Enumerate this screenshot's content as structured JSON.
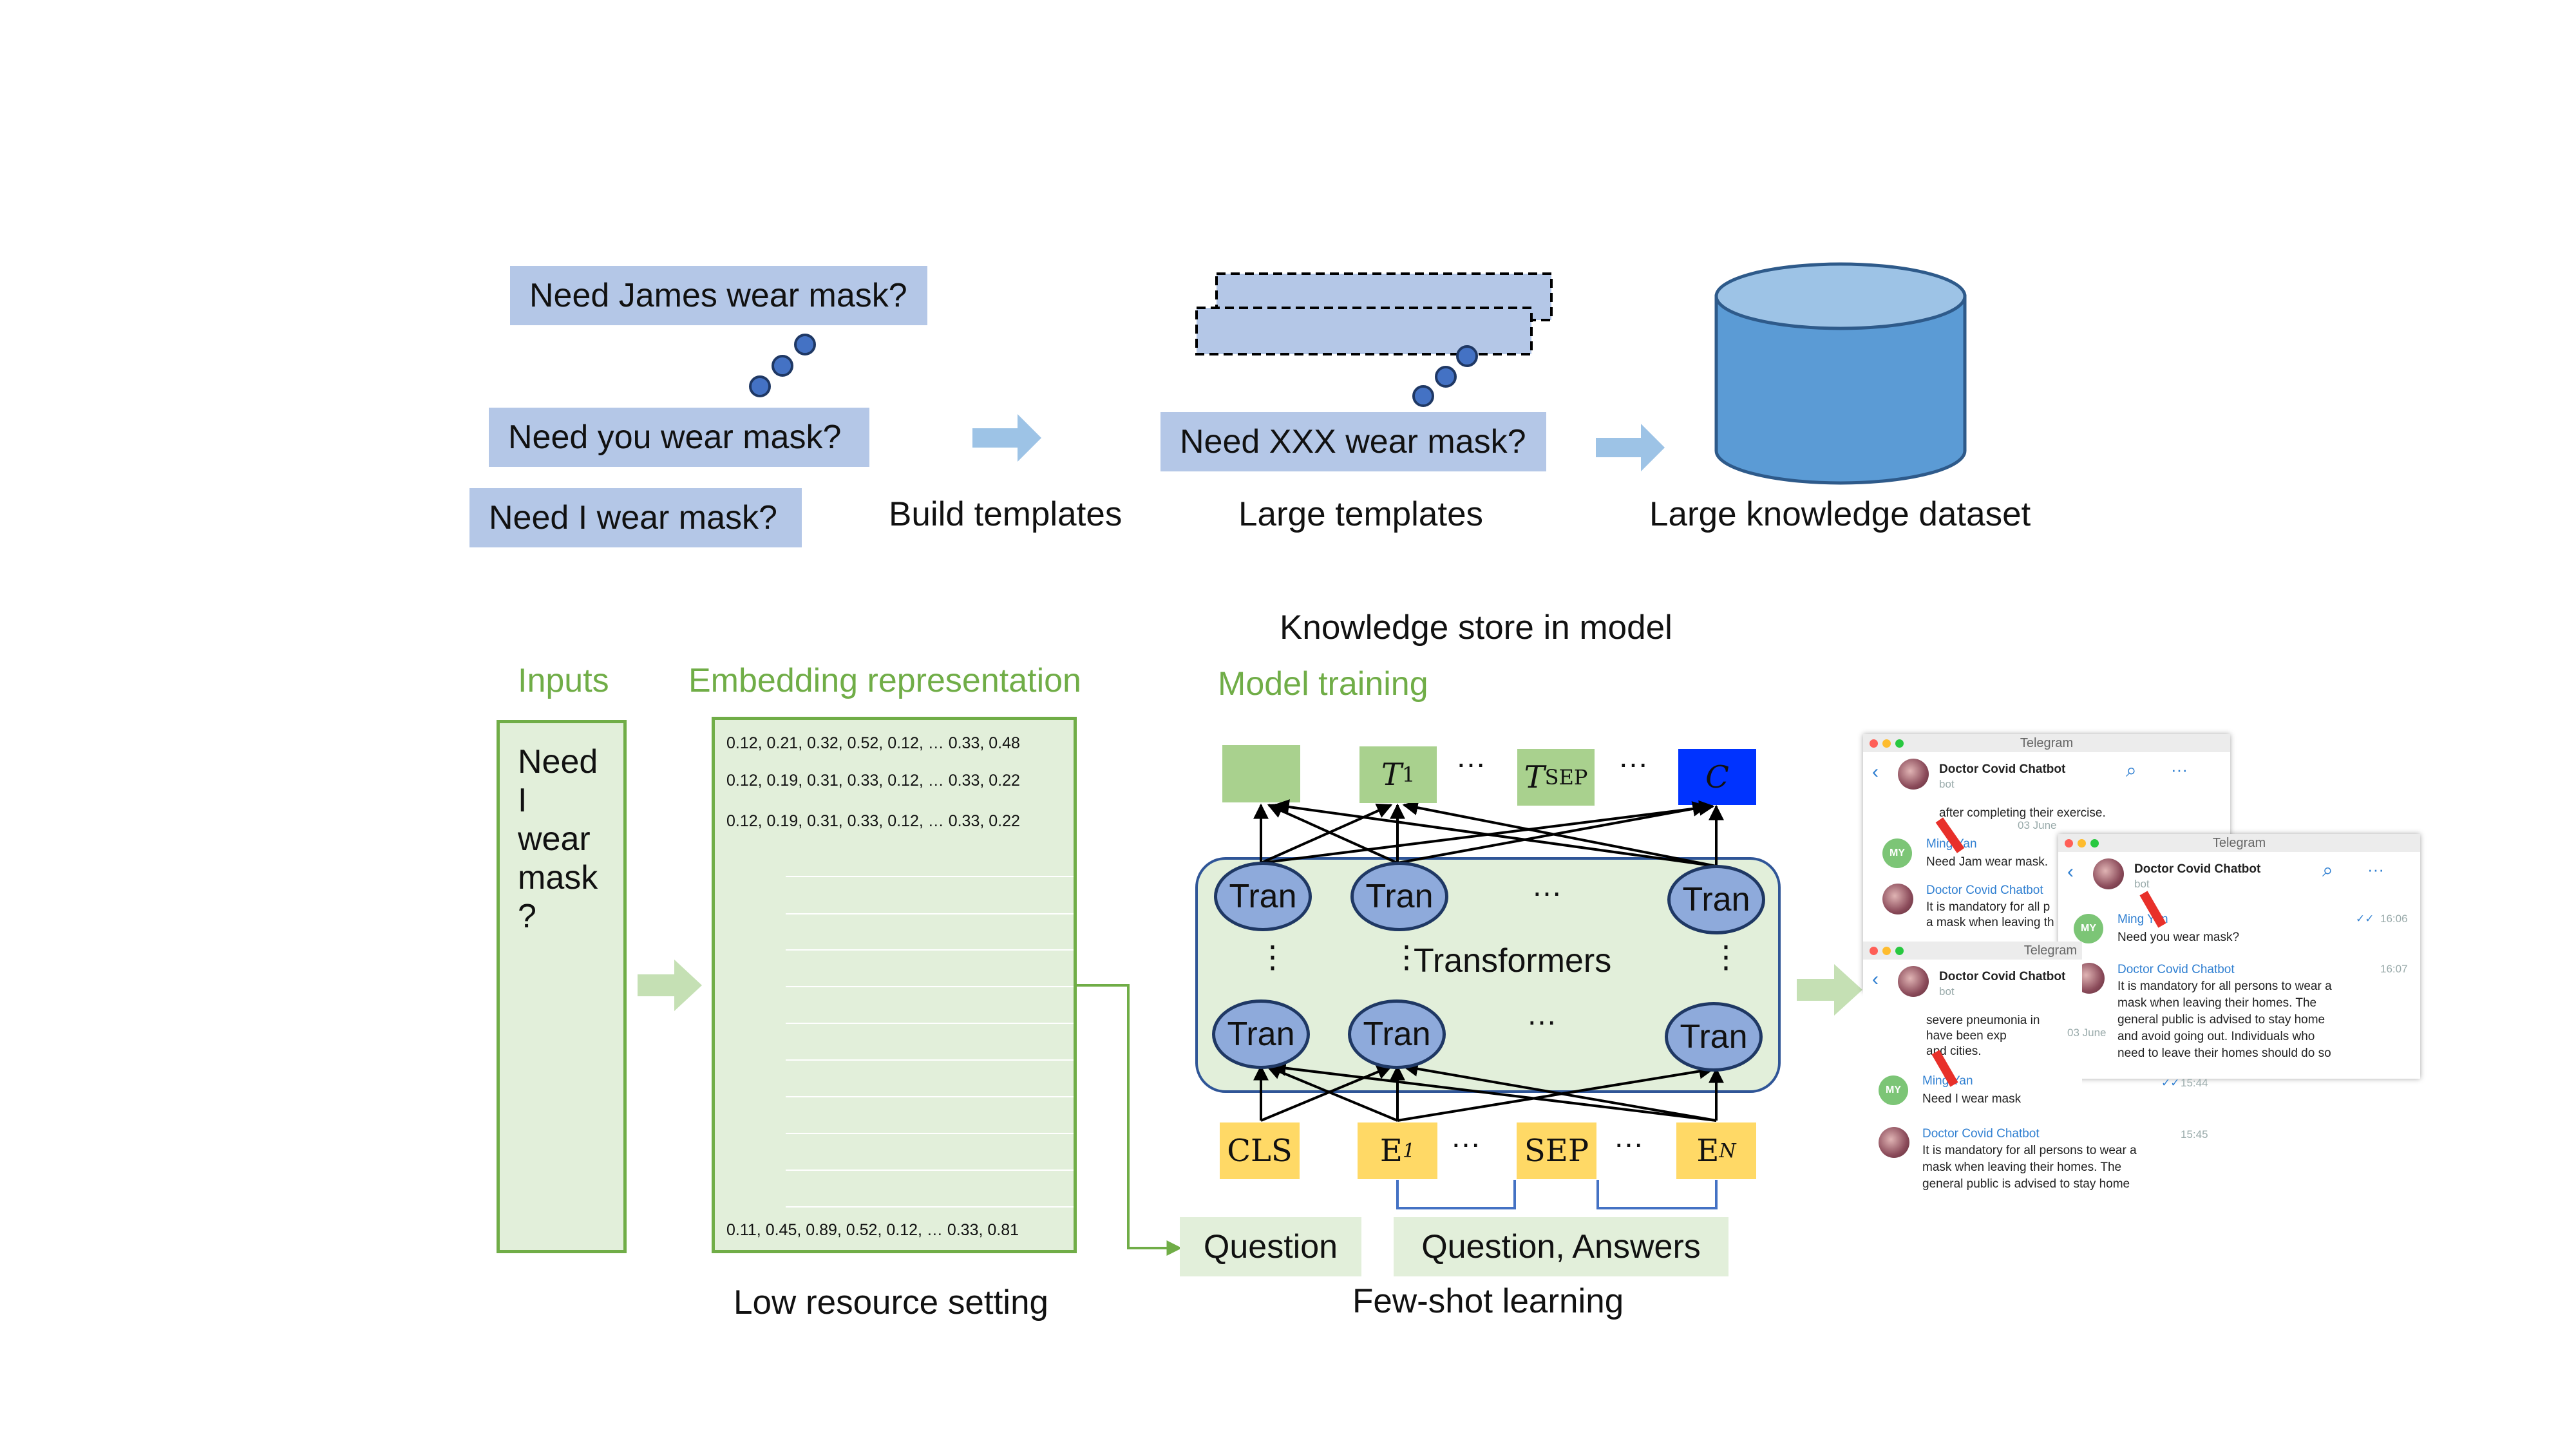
{
  "top": {
    "q1": "Need James wear mask?",
    "q2": "Need you wear mask?",
    "q3": "Need I wear mask?",
    "build_label": "Build templates",
    "template_q": "Need XXX wear mask?",
    "large_templates_label": "Large templates",
    "dataset_label": "Large knowledge dataset"
  },
  "bottom": {
    "knowledge_store_label": "Knowledge store in model",
    "inputs_title": "Inputs",
    "input_words": [
      "Need",
      "I",
      "wear",
      "mask",
      "?"
    ],
    "embedding_title": "Embedding representation",
    "embedding_rows": [
      "0.12, 0.21, 0.32, 0.52, 0.12,  …   0.33, 0.48",
      "0.12, 0.19, 0.31, 0.33, 0.12,  …   0.33, 0.22",
      "0.12, 0.19, 0.31, 0.33, 0.12,  …   0.33, 0.22",
      "0.11, 0.45, 0.89, 0.52, 0.12,  …   0.33, 0.81"
    ],
    "low_resource_label": "Low resource setting",
    "model_training_title": "Model training",
    "outputs": {
      "t1": "T",
      "t1_sub": "1",
      "tsep": "T",
      "tsep_sub": "SEP",
      "c": "C"
    },
    "tran_label": "Tran",
    "transformers_label": "Transformers",
    "ellipsis": "…",
    "vdots": "⋮",
    "inputs_tokens": {
      "cls": "CLS",
      "e1": "E",
      "e1_sub": "1",
      "sep": "SEP",
      "en": "E",
      "en_sub": "N"
    },
    "question_label": "Question",
    "qa_label": "Question, Answers",
    "few_shot_label": "Few-shot learning"
  },
  "chat": {
    "app_title": "Telegram",
    "bot_name": "Doctor Covid Chatbot",
    "bot_sub": "bot",
    "avatar_initials": "MY",
    "user_name": "Ming Yan",
    "msg_james": "Need Jam wear mask.",
    "msg_you": "Need you wear mask?",
    "msg_i": "Need I wear mask",
    "frag_exercise": "after completing their exercise.",
    "date_label": "03 June",
    "reply_1": "It is mandatory for all persons to wear a",
    "reply_2": "mask when leaving their homes. The",
    "reply_3": "general public is advised to stay home",
    "reply_4": "and avoid going out. Individuals who",
    "reply_5": "need to leave their homes should do so",
    "frag_pneumonia": "severe pneumonia in",
    "frag_exposed": "have been exp",
    "frag_cities": "and cities.",
    "frag_mandatory": "It is mandatory for all p",
    "frag_leaving": "a mask when leaving th",
    "time_1": "16:06",
    "time_2": "16:07",
    "time_3": "15:44",
    "time_4": "15:45",
    "check": "✓✓"
  },
  "colors": {
    "blue_box": "#b4c7e7",
    "green": "#70ad47",
    "light_green": "#e2efda",
    "tran_fill": "#8eaadb",
    "yellow": "#ffd966",
    "c_blue": "#0033ff",
    "cylinder": "#5b9bd5"
  }
}
